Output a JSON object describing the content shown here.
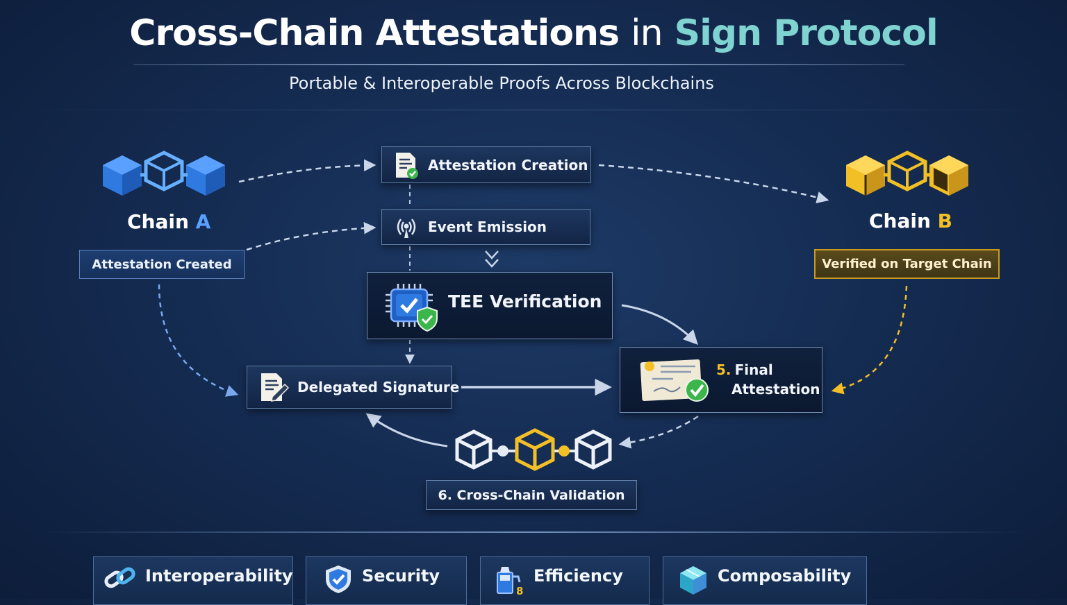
{
  "header": {
    "title_part1": "Cross-Chain Attestations",
    "title_part2": "in",
    "title_part3": "Sign Protocol",
    "subtitle": "Portable & Interoperable Proofs Across Blockchains"
  },
  "chains": {
    "a": {
      "name": "Chain",
      "letter": "A",
      "status": "Attestation Created",
      "color": "#2f7ae0"
    },
    "b": {
      "name": "Chain",
      "letter": "B",
      "status": "Verified on Target Chain",
      "color": "#f2bf26"
    }
  },
  "steps": {
    "attestation_creation": "Attestation Creation",
    "event_emission": "Event Emission",
    "tee_verification": "TEE Verification",
    "delegated_signature": "Delegated Signature",
    "final_number": "5.",
    "final_line1": "Final",
    "final_line2": "Attestation",
    "cross_chain_validation": "6. Cross-Chain Validation"
  },
  "benefits": [
    {
      "label": "Interoperability",
      "icon": "chain-link-icon"
    },
    {
      "label": "Security",
      "icon": "shield-check-icon"
    },
    {
      "label": "Efficiency",
      "icon": "fuel-pump-icon"
    },
    {
      "label": "Composability",
      "icon": "cube-icon"
    }
  ],
  "colors": {
    "accent_teal": "#7fd3d0",
    "chain_a_blue": "#2f7ae0",
    "chain_b_gold": "#f2bf26",
    "check_green": "#3cb54a"
  }
}
